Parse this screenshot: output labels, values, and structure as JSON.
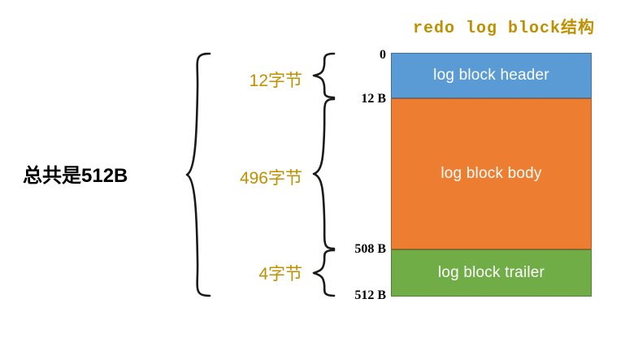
{
  "diagram": {
    "title": "redo log block结构",
    "total_label": "总共是512B",
    "accent_color": "#bf9000",
    "blocks": [
      {
        "name": "log block header",
        "label": "log block header",
        "color": "#5b9bd5",
        "border_color": "#41719c",
        "size_label": "12字节",
        "start_offset": "0",
        "end_offset": "12 B"
      },
      {
        "name": "log block body",
        "label": "log block body",
        "color": "#ed7d31",
        "border_color": "#ae5a21",
        "size_label": "496字节",
        "start_offset": "12 B",
        "end_offset": "508 B"
      },
      {
        "name": "log block trailer",
        "label": "log block trailer",
        "color": "#70ad47",
        "border_color": "#507e32",
        "size_label": "4字节",
        "start_offset": "508 B",
        "end_offset": "512 B"
      }
    ],
    "offsets": [
      {
        "value": "0"
      },
      {
        "value": "12 B"
      },
      {
        "value": "508 B"
      },
      {
        "value": "512 B"
      }
    ]
  }
}
